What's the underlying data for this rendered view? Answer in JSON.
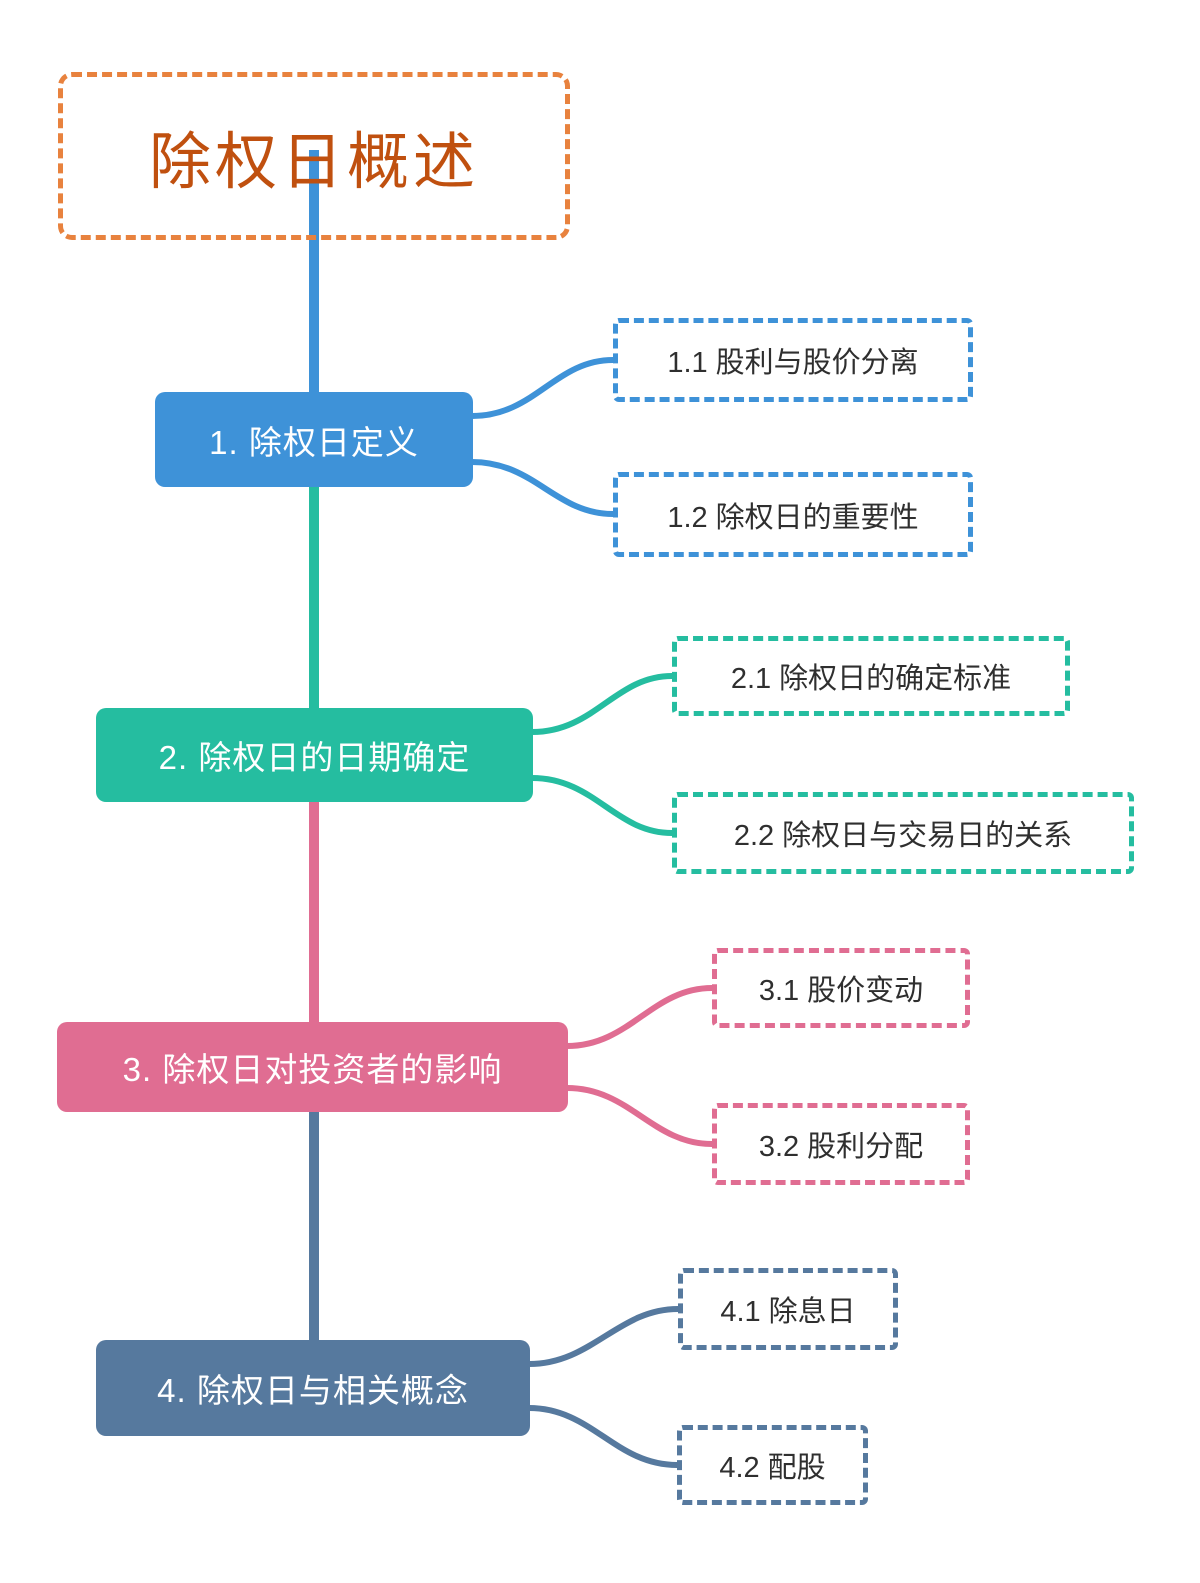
{
  "title": {
    "text": "除权日概述",
    "text_color": "#c0500f",
    "border_color": "#e8823e"
  },
  "nodes": [
    {
      "label": "1. 除权日定义",
      "color": "#3e92d8",
      "children": [
        {
          "label": "1.1 股利与股价分离"
        },
        {
          "label": "1.2 除权日的重要性"
        }
      ]
    },
    {
      "label": "2. 除权日的日期确定",
      "color": "#25bda0",
      "children": [
        {
          "label": "2.1 除权日的确定标准"
        },
        {
          "label": "2.2 除权日与交易日的关系"
        }
      ]
    },
    {
      "label": "3. 除权日对投资者的影响",
      "color": "#e06d92",
      "children": [
        {
          "label": "3.1 股价变动"
        },
        {
          "label": "3.2 股利分配"
        }
      ]
    },
    {
      "label": "4. 除权日与相关概念",
      "color": "#56799e",
      "children": [
        {
          "label": "4.1 除息日"
        },
        {
          "label": "4.2 配股"
        }
      ]
    }
  ]
}
